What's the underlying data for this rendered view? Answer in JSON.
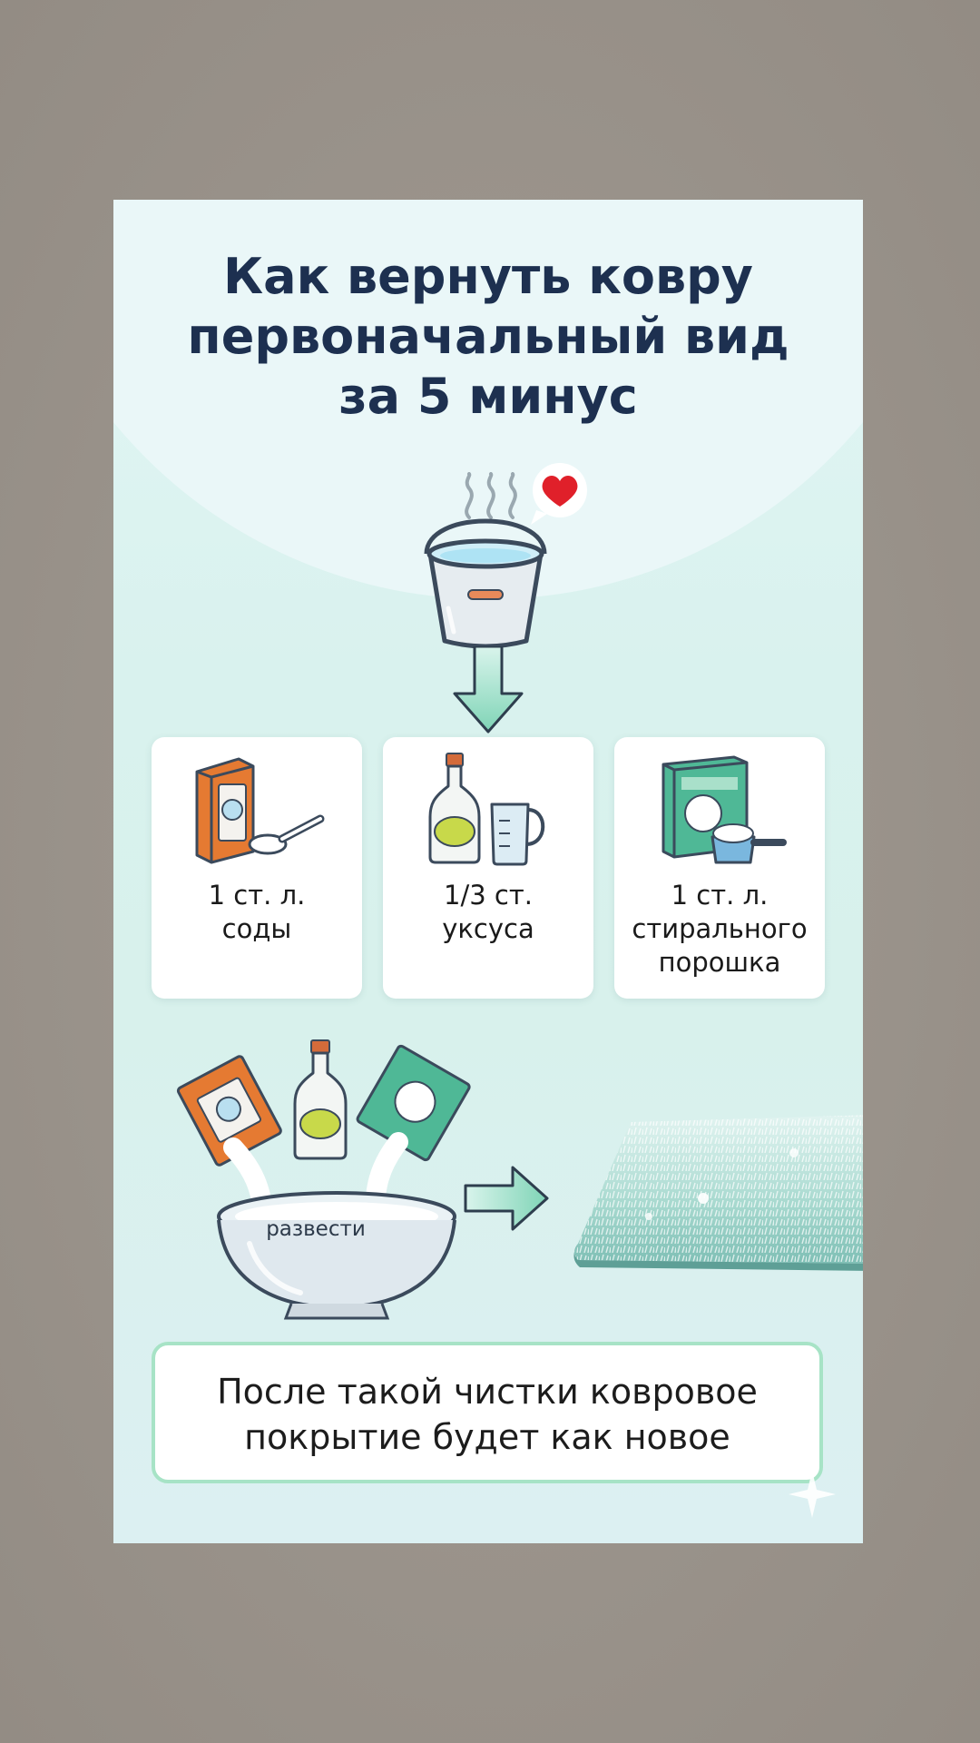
{
  "title": "Как вернуть ковру\nпервоначальный вид\nза 5 минус",
  "icons": {
    "steam": "steam-icon",
    "heart": "heart-icon",
    "bucket": "bucket-icon",
    "arrow_down": "arrow-down-icon",
    "soda": "soda-box-icon",
    "vinegar": "vinegar-bottle-icon",
    "powder": "detergent-box-icon",
    "bowl": "bowl-icon",
    "arrow_right": "arrow-right-icon",
    "carpet": "carpet-icon",
    "sparkle": "sparkle-icon"
  },
  "ingredients": [
    {
      "label": "1 ст. л.\nсоды"
    },
    {
      "label": "1/3 ст.\nуксуса"
    },
    {
      "label": "1 ст. л.\nстирального\nпорошка"
    }
  ],
  "bowl_label": "развести",
  "final_text": "После такой чистки ковровое\nпокрытие будет как новое",
  "colors": {
    "background": "#9b948c",
    "title": "#1d3050",
    "accent_mint": "#7fd4b6",
    "heart": "#e0202a",
    "soda_box": "#e57a32",
    "powder_box": "#4fb896"
  }
}
